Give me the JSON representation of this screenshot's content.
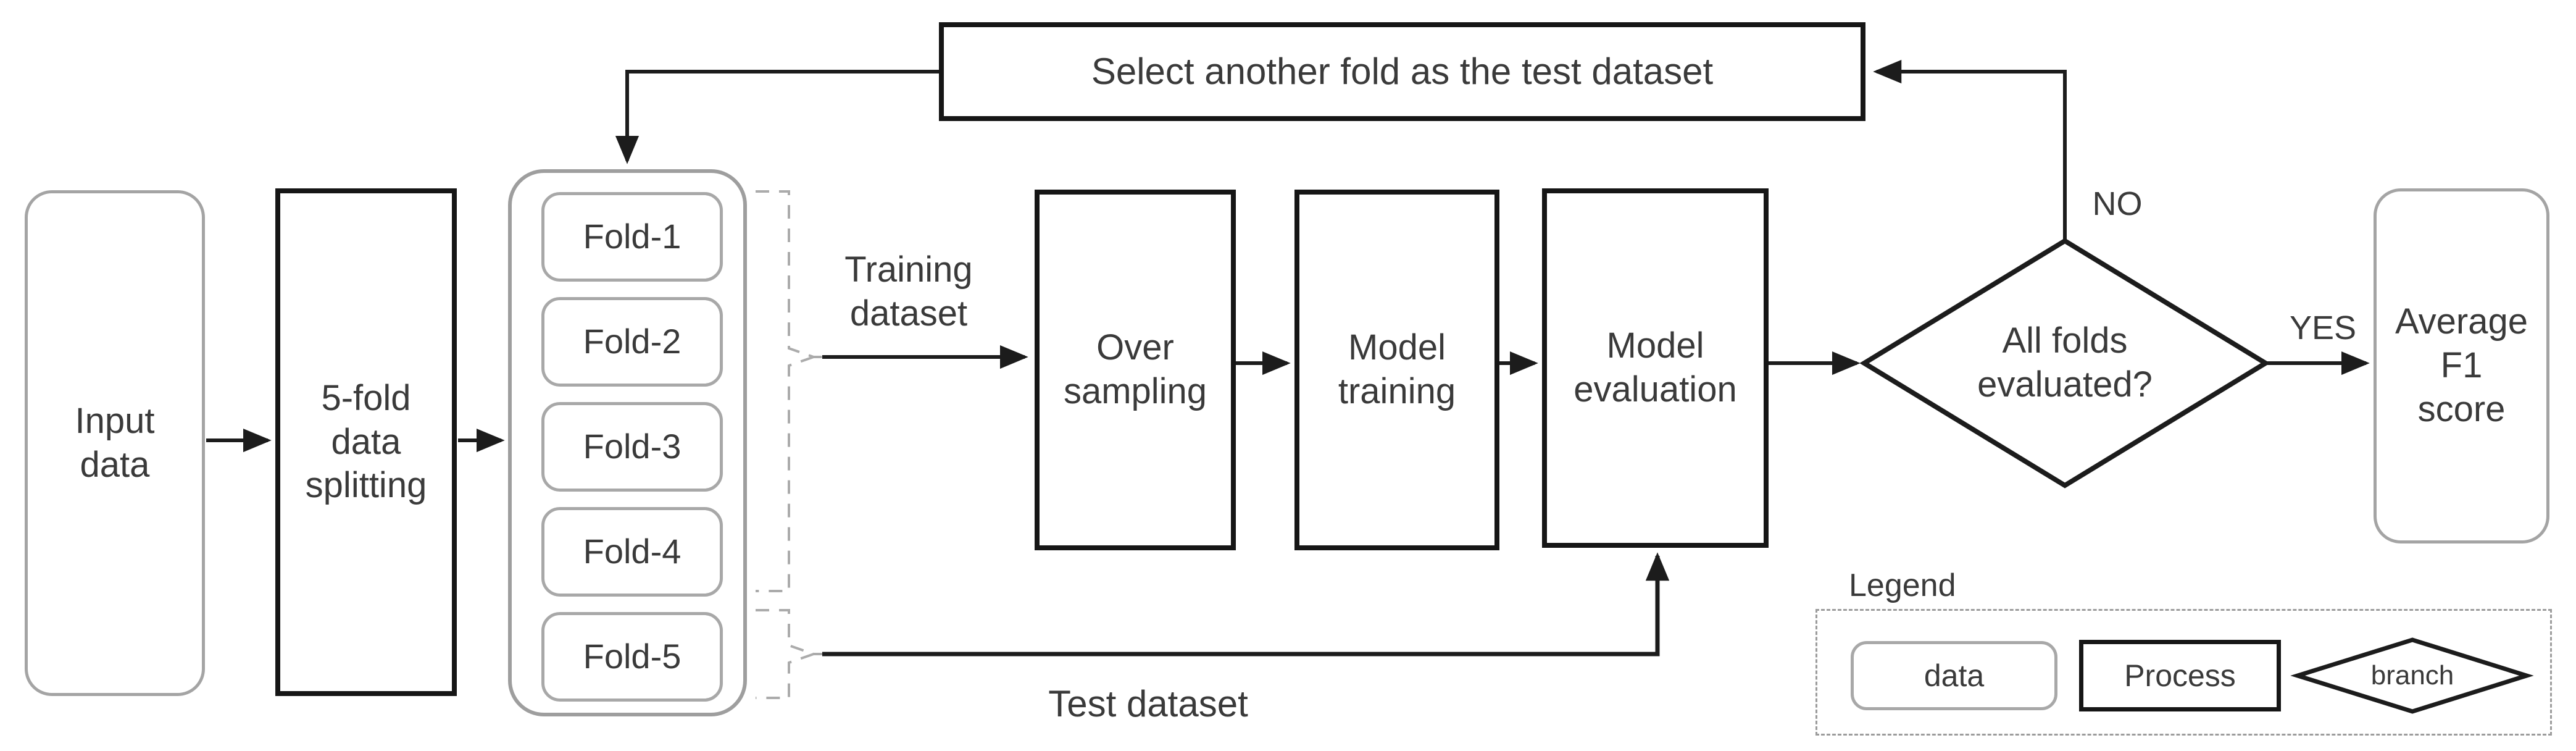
{
  "flow": {
    "select_loop_label": "Select another fold as the test dataset",
    "input_label": "Input\ndata",
    "splitting_label": "5-fold\ndata\nsplitting",
    "folds": [
      "Fold-1",
      "Fold-2",
      "Fold-3",
      "Fold-4",
      "Fold-5"
    ],
    "training_dataset_label": "Training\ndataset",
    "test_dataset_label": "Test dataset",
    "oversampling_label": "Over\nsampling",
    "model_training_label": "Model\ntraining",
    "model_evaluation_label": "Model\nevaluation",
    "decision_label": "All folds\nevaluated?",
    "no_label": "NO",
    "yes_label": "YES",
    "average_f1_label": "Average\nF1\nscore"
  },
  "legend": {
    "title": "Legend",
    "data_label": "data",
    "process_label": "Process",
    "branch_label": "branch"
  },
  "colors": {
    "line": "#222222",
    "process_border": "#161616",
    "data_border": "#a4a4a4",
    "dashed_gray": "#ababab",
    "text": "#3a3a3a"
  }
}
